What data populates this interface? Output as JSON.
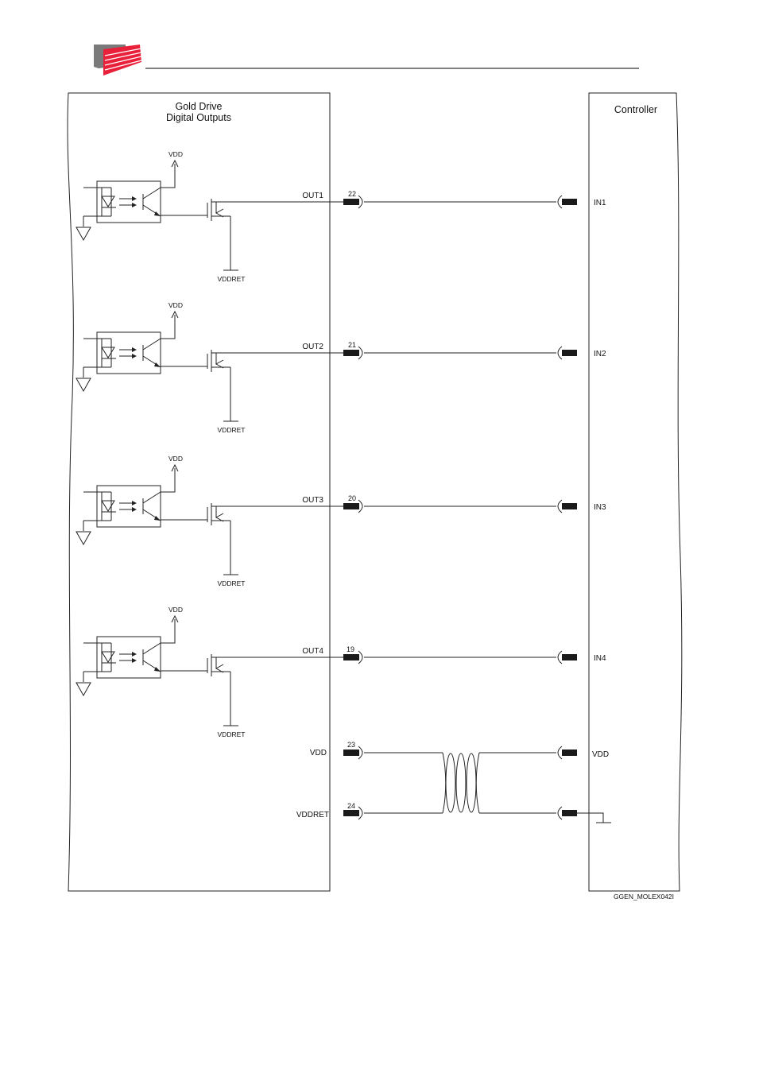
{
  "colors": {
    "logo_gray": "#7a7a7a",
    "logo_red": "#e8203a",
    "line": "#222222",
    "connector": "#1a1a1a"
  },
  "logo": {
    "icon": "company-logo-icon"
  },
  "left_panel": {
    "title_line1": "Gold Drive",
    "title_line2": "Digital Outputs"
  },
  "right_panel": {
    "title": "Controller"
  },
  "channels": [
    {
      "out_label": "OUT1",
      "pin": "22",
      "in_label": "IN1",
      "vdd": "VDD",
      "vddret": "VDDRET"
    },
    {
      "out_label": "OUT2",
      "pin": "21",
      "in_label": "IN2",
      "vdd": "VDD",
      "vddret": "VDDRET"
    },
    {
      "out_label": "OUT3",
      "pin": "20",
      "in_label": "IN3",
      "vdd": "VDD",
      "vddret": "VDDRET"
    },
    {
      "out_label": "OUT4",
      "pin": "19",
      "in_label": "IN4",
      "vdd": "VDD",
      "vddret": "VDDRET"
    }
  ],
  "power": [
    {
      "left_label": "VDD",
      "pin": "23",
      "right_label": "VDD"
    },
    {
      "left_label": "VDDRET",
      "pin": "24",
      "right_label": ""
    }
  ],
  "footer_code": "GGEN_MOLEX042I"
}
